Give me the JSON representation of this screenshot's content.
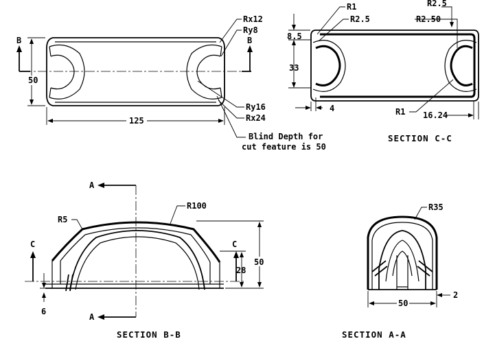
{
  "top_view": {
    "section_mark": "B",
    "dims": {
      "height": "50",
      "length": "125"
    },
    "radius_labels": [
      "Rx12",
      "Ry8",
      "Ry16",
      "Rx24"
    ],
    "note_line1": "Blind Depth for",
    "note_line2": "cut feature is 50"
  },
  "section_cc": {
    "title": "SECTION C-C",
    "radius_labels": [
      "R1",
      "R2.5",
      "R2.5",
      "R2.50",
      "R1"
    ],
    "dims": [
      "8.5",
      "33",
      "4",
      "16.24"
    ]
  },
  "section_bb": {
    "title": "SECTION B-B",
    "section_mark_a": "A",
    "section_mark_c": "C",
    "radius_labels": [
      "R100",
      "R5"
    ],
    "dims": [
      "50",
      "28",
      "6"
    ]
  },
  "section_aa": {
    "title": "SECTION A-A",
    "radius_labels": [
      "R35"
    ],
    "dims": [
      "50",
      "2"
    ]
  }
}
